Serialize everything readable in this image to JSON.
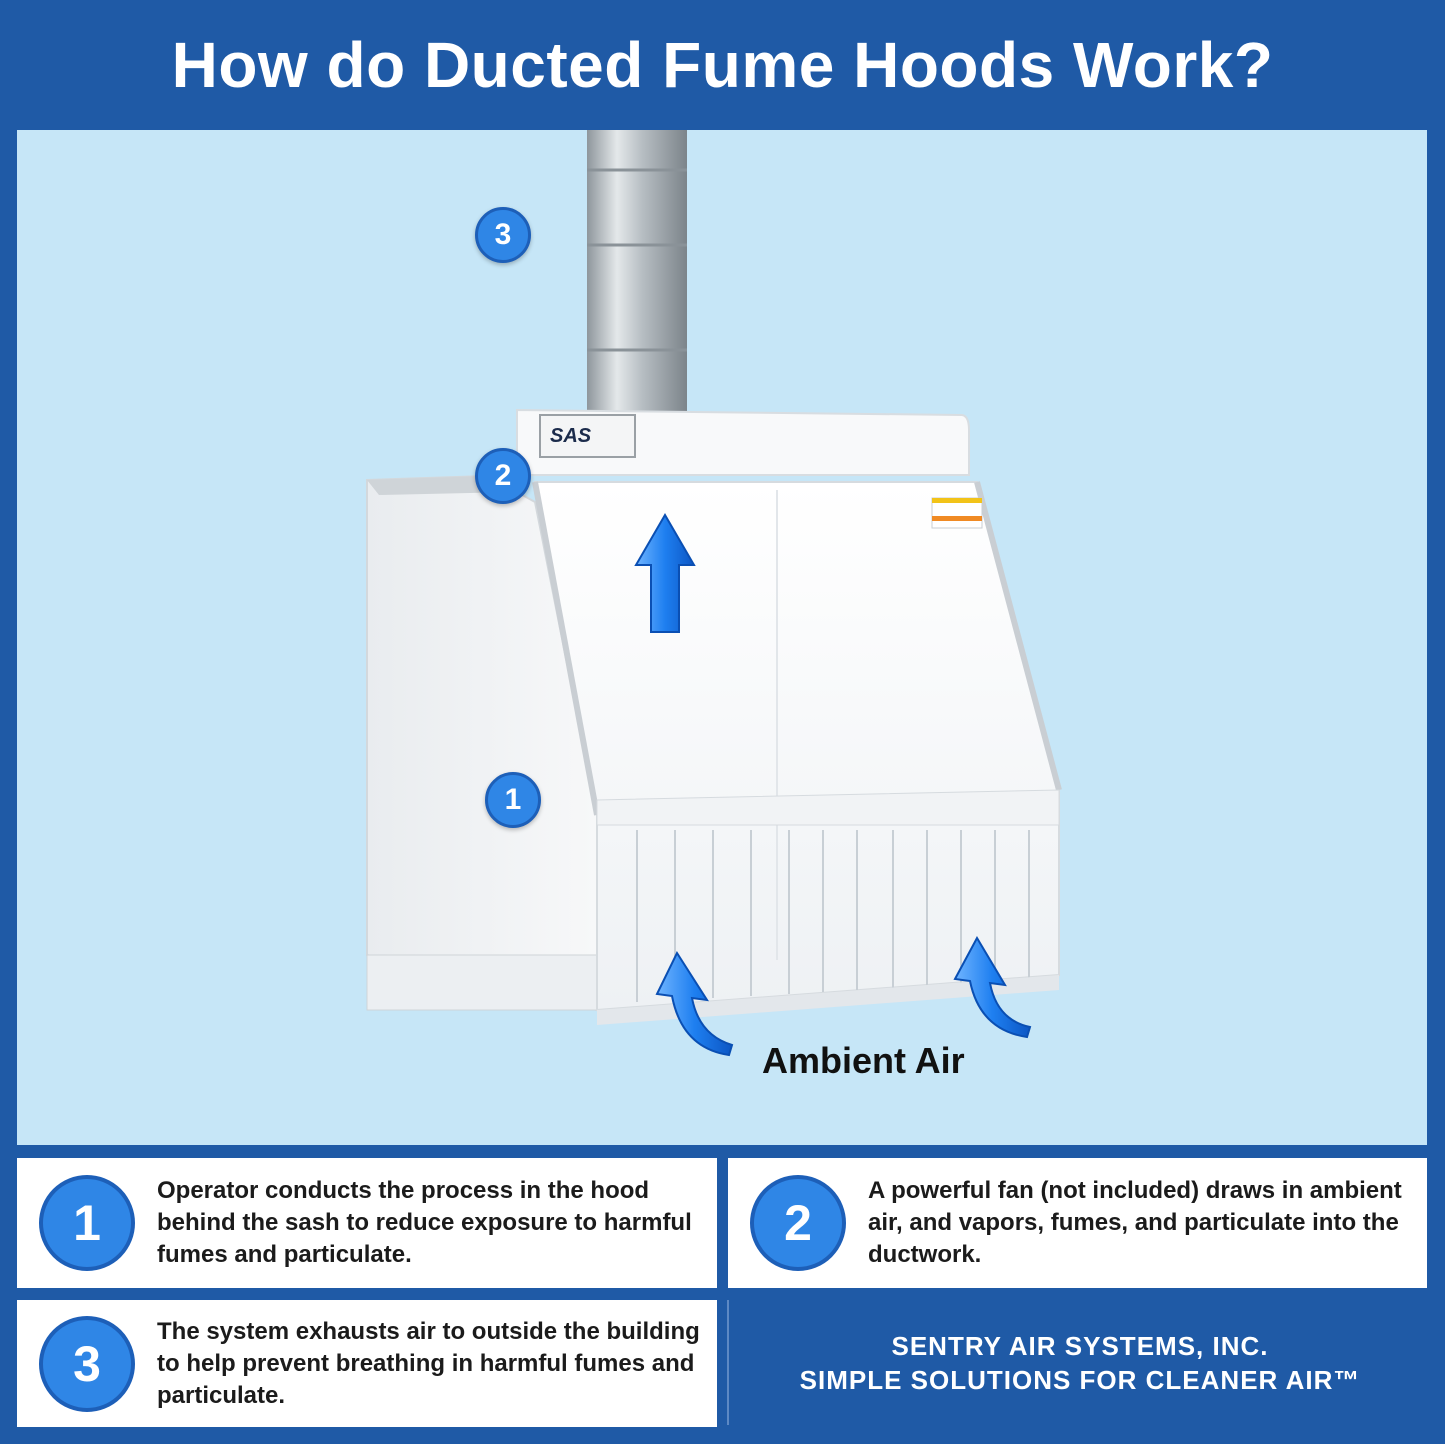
{
  "header": {
    "title": "How do Ducted Fume Hoods Work?"
  },
  "diagram": {
    "badges": [
      "3",
      "2",
      "1"
    ],
    "ambient_label": "Ambient Air",
    "logo_text": "SAS"
  },
  "steps": [
    {
      "number": "1",
      "text": "Operator conducts the process in the hood behind the sash to reduce exposure to harmful fumes and particulate."
    },
    {
      "number": "2",
      "text": "A powerful fan (not included) draws in ambient air, and vapors, fumes, and particulate into the ductwork."
    },
    {
      "number": "3",
      "text": "The system exhausts air to outside the building to help prevent breathing in harmful fumes and particulate."
    }
  ],
  "brand": {
    "line1": "SENTRY AIR SYSTEMS, INC.",
    "line2": "SIMPLE SOLUTIONS FOR CLEANER AIR™"
  },
  "colors": {
    "frame": "#1f5aa6",
    "panel": "#c6e6f7",
    "badge": "#2f86e6",
    "arrow": "#1e7ff0"
  }
}
